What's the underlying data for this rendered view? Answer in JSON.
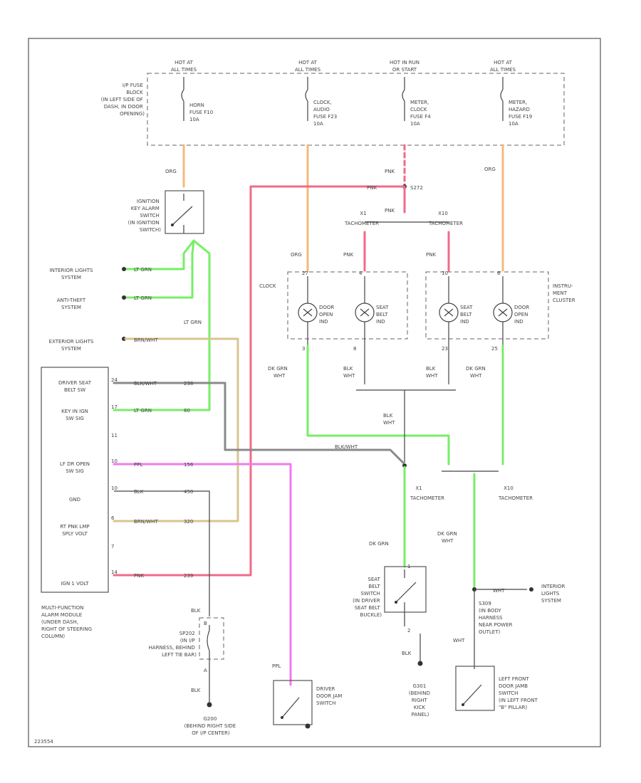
{
  "colors": {
    "orange": "#f5b97a",
    "pink": "#f06a8a",
    "green": "#77ee66",
    "tan": "#d8c490",
    "gray": "#8a8a8a",
    "magenta": "#f07af0",
    "black": "#333333"
  },
  "hot": {
    "horn": [
      "HOT AT",
      "ALL TIMES"
    ],
    "clock": [
      "HOT AT",
      "ALL TIMES"
    ],
    "meter": [
      "HOT IN RUN",
      "OR START"
    ],
    "hazard": [
      "HOT AT",
      "ALL TIMES"
    ]
  },
  "fuse_block": [
    "I/P FUSE",
    "BLOCK",
    "(IN LEFT SIDE OF",
    "DASH, IN DOOR",
    "OPENING)"
  ],
  "fuses": {
    "horn": [
      "HORN",
      "FUSE F10",
      "10A"
    ],
    "clock": [
      "CLOCK,",
      "AUDIO",
      "FUSE F23",
      "10A"
    ],
    "meter": [
      "METER,",
      "CLOCK",
      "FUSE F4",
      "10A"
    ],
    "hazard": [
      "METER,",
      "HAZARD",
      "FUSE F19",
      "10A"
    ]
  },
  "ign_switch": [
    "IGNITION",
    "KEY ALARM",
    "SWITCH",
    "(IN IGNITION",
    "SWITCH)"
  ],
  "systems": {
    "interior_top": [
      "INTERIOR LIGHTS",
      "SYSTEM"
    ],
    "antitheft": [
      "ANTI-THEFT",
      "SYSTEM"
    ],
    "exterior": [
      "EXTERIOR LIGHTS",
      "SYSTEM"
    ],
    "interior_right": [
      "INTERIOR",
      "LIGHTS",
      "SYSTEM"
    ]
  },
  "wire_labels": {
    "org1": "ORG",
    "org2": "ORG",
    "org3": "ORG",
    "pnk_a": "PNK",
    "pnk_b": "PNK",
    "pnk_c": "PNK",
    "pnk_d": "PNK",
    "pnk_e": "PNK",
    "pnk_module": "PNK",
    "ltgrn1": "LT GRN",
    "ltgrn2": "LT GRN",
    "ltgrn3": "LT GRN",
    "ltgrn_module": "LT GRN",
    "brnwht1": "BRN/WHT",
    "brnwht_module": "BRN/WHT",
    "blkwht_module": "BLK/WHT",
    "blkwht_mid": "BLK/WHT",
    "ppl_module": "PPL",
    "ppl2": "PPL",
    "blk_module": "BLK",
    "blk_a": "BLK",
    "blk_b": "BLK",
    "blk_c": "BLK",
    "dkgrn1": "DK GRN",
    "dkgrn1b": "WHT",
    "blk1": "BLK",
    "blk1b": "WHT",
    "blk2": "BLK",
    "blk2b": "WHT",
    "dkgrn2": "DK GRN",
    "dkgrn2b": "WHT",
    "blk3": "BLK",
    "blk3b": "WHT",
    "dkgrn3": "DK GRN",
    "dkgrn4": "DK GRN",
    "dkgrn4b": "WHT",
    "wht1": "WHT",
    "wht2": "WHT"
  },
  "splice_s272": "S272",
  "tach": {
    "left_top": [
      "X1",
      "TACHOMETER"
    ],
    "right_top": [
      "X10",
      "TACHOMETER"
    ],
    "left_bot": [
      "X1",
      "TACHOMETER"
    ],
    "right_bot": [
      "X10",
      "TACHOMETER"
    ]
  },
  "cluster": {
    "label_clock": "CLOCK",
    "label_ip": [
      "INSTRU-",
      "MENT",
      "CLUSTER"
    ],
    "door_open_1": [
      "DOOR",
      "OPEN",
      "IND"
    ],
    "seat_belt_1": [
      "SEAT",
      "BELT",
      "IND"
    ],
    "seat_belt_2": [
      "SEAT",
      "BELT",
      "IND"
    ],
    "door_open_2": [
      "DOOR",
      "OPEN",
      "IND"
    ],
    "pins_top": [
      "27",
      "4",
      "10",
      "6"
    ],
    "pins_bot": [
      "3",
      "8",
      "23",
      "25"
    ]
  },
  "module": {
    "rows": [
      {
        "label": [
          "DRIVER SEAT",
          "BELT SW"
        ],
        "pin": "24",
        "wire": "BLK/WHT",
        "circ": "238"
      },
      {
        "label": [
          "KEY IN IGN",
          "SW SIG"
        ],
        "pin": "17",
        "wire": "LT GRN",
        "circ": "80"
      },
      {
        "label": [
          "LF DR OPEN",
          "SW SIG"
        ],
        "pin": "10",
        "wire": "PPL",
        "circ": "156"
      },
      {
        "label": [
          "GND"
        ],
        "pin": "10",
        "wire": "BLK",
        "circ": "450"
      },
      {
        "label": [
          "RT PNK LMP",
          "SPLY VOLT"
        ],
        "pin": "6",
        "wire": "BRN/WHT",
        "circ": "320"
      },
      {
        "label": [
          "IGN 1 VOLT"
        ],
        "pin": "14",
        "wire": "PNK",
        "circ": "239"
      }
    ],
    "extra_pins": [
      "11",
      "7"
    ],
    "name": [
      "MULTI-FUNCTION",
      "ALARM MODULE",
      "(UNDER DASH,",
      "RIGHT OF STEERING",
      "COLUMN)"
    ]
  },
  "sp202": [
    "SP202",
    "(IN I/P",
    "HARNESS, BEHIND",
    "LEFT TIE BAR)"
  ],
  "sp202_pins": [
    "B",
    "A"
  ],
  "g200": [
    "G200",
    "(BEHIND RIGHT SIDE",
    "OF I/P CENTER)"
  ],
  "driver_jamb": [
    "DRIVER",
    "DOOR JAM",
    "SWITCH"
  ],
  "seat_belt_sw": [
    "SEAT",
    "BELT",
    "SWITCH",
    "(IN DRIVER",
    "SEAT BELT",
    "BUCKLE)"
  ],
  "seat_belt_pins": [
    "1",
    "2"
  ],
  "g301": [
    "G301",
    "(BEHIND",
    "RIGHT",
    "KICK",
    "PANEL)"
  ],
  "s309": [
    "S309",
    "(IN BODY",
    "HARNESS",
    "NEAR POWER",
    "OUTLET)"
  ],
  "lf_jamb": [
    "LEFT FRONT",
    "DOOR JAMB",
    "SWITCH",
    "(IN LEFT FRONT",
    "\"B\" PILLAR)"
  ],
  "footer_code": "223554"
}
